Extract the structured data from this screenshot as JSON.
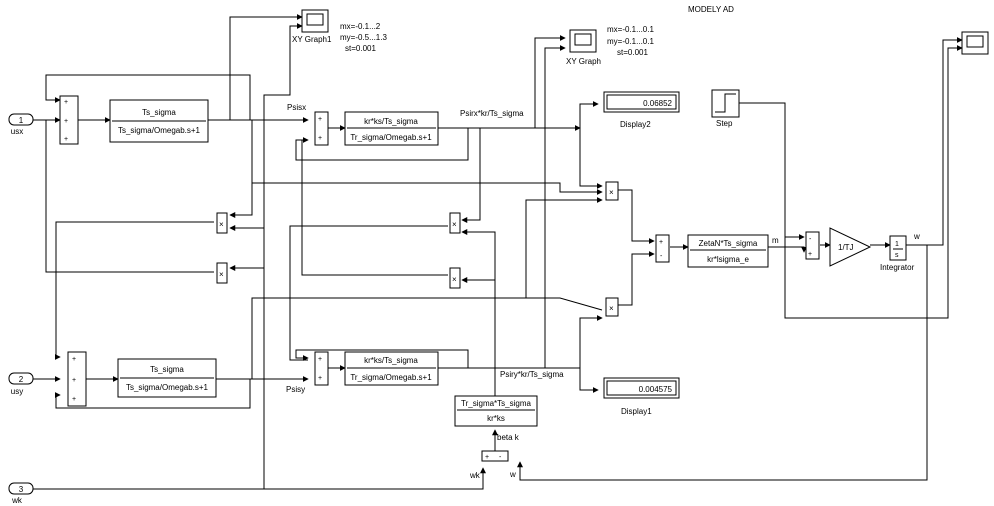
{
  "title": "MODELY AD",
  "inports": [
    {
      "num": "1",
      "label": "usx"
    },
    {
      "num": "2",
      "label": "usy"
    },
    {
      "num": "3",
      "label": "wk"
    }
  ],
  "sum_signs": {
    "plus": "+",
    "minus": "-"
  },
  "stator_x": {
    "num": "Ts_sigma",
    "den": "Ts_sigma/Omegab.s+1"
  },
  "stator_y": {
    "num": "Ts_sigma",
    "den": "Ts_sigma/Omegab.s+1"
  },
  "rotor_x": {
    "num": "kr*ks/Ts_sigma",
    "den": "Tr_sigma/Omegab.s+1"
  },
  "rotor_y": {
    "num": "kr*ks/Ts_sigma",
    "den": "Tr_sigma/Omegab.s+1"
  },
  "beta_block": {
    "num": "Tr_sigma*Ts_sigma",
    "den": "kr*ks"
  },
  "torque_block": {
    "num": "ZetaN*Ts_sigma",
    "den": "kr*lsigma_e"
  },
  "gain_label": "1/TJ",
  "integrator": {
    "glyph_num": "1",
    "glyph_den": "s",
    "label": "Integrator"
  },
  "signals": {
    "psisx": "Psisx",
    "psisy": "Psisy",
    "psirx": "Psirx*kr/Ts_sigma",
    "psiry": "Psiry*kr/Ts_sigma",
    "betak": "beta k",
    "m": "m",
    "w_out": "w",
    "w_bottom": "w",
    "wk": "wk"
  },
  "xy_graph1": {
    "label": "XY Graph1",
    "mx": "mx=-0.1...2",
    "my": "my=-0.5...1.3",
    "st": "st=0.001"
  },
  "xy_graph": {
    "label": "XY Graph",
    "mx": "mx=-0.1...0.1",
    "my": "my=-0.1...0.1",
    "st": "st=0.001"
  },
  "display2": {
    "value": "0.06852",
    "label": "Display2"
  },
  "display1": {
    "value": "0.004575",
    "label": "Display1"
  },
  "step_label": "Step",
  "product_symbol": "×"
}
